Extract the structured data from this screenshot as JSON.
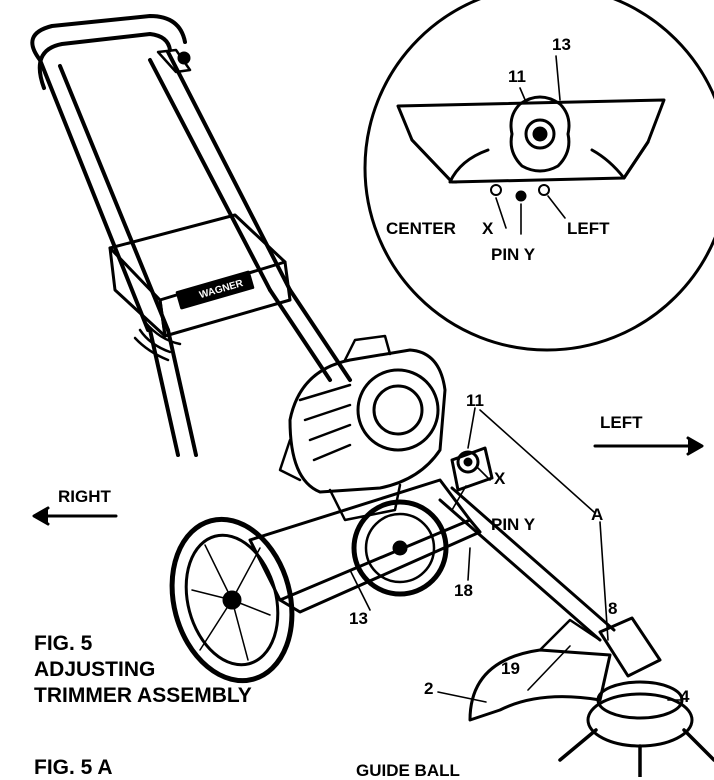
{
  "figure": {
    "caption": [
      "FIG. 5",
      "ADJUSTING",
      "TRIMMER ASSEMBLY"
    ],
    "next_caption": "FIG. 5 A",
    "guide_label": "GUIDE BALL"
  },
  "directions": {
    "left": "LEFT",
    "right": "RIGHT"
  },
  "engine_brand": "WAGNER",
  "inset": {
    "label_13": "13",
    "label_11": "11",
    "center": "CENTER",
    "x": "X",
    "pin_y": "PIN Y",
    "left": "LEFT"
  },
  "callouts": {
    "c11": "11",
    "cX": "X",
    "cPinY": "PIN Y",
    "cA": "A",
    "c13": "13",
    "c18": "18",
    "c19": "19",
    "c8": "8",
    "c2": "2",
    "c4": "4"
  }
}
